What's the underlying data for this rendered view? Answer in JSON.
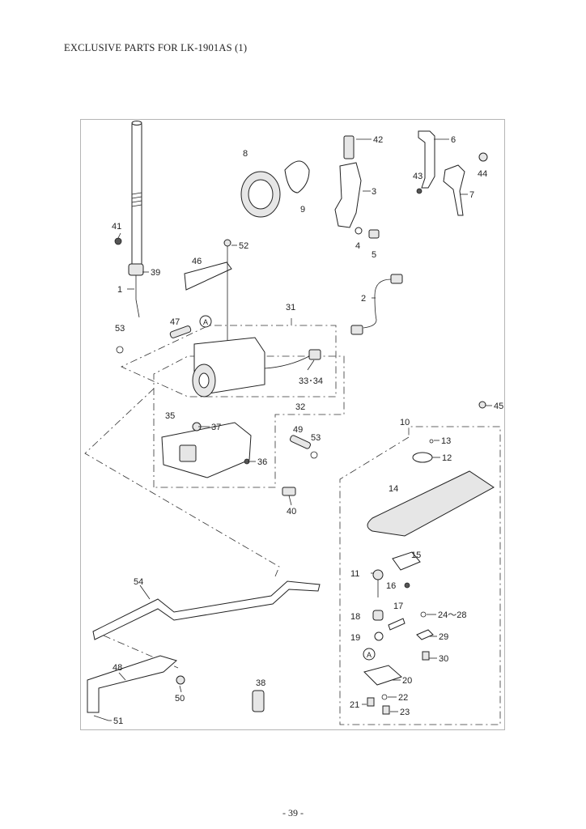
{
  "page": {
    "title": "EXCLUSIVE PARTS FOR LK-1901AS (1)",
    "page_number": "- 39 -"
  },
  "callouts": {
    "c1": "1",
    "c2": "2",
    "c3": "3",
    "c4": "4",
    "c5": "5",
    "c6": "6",
    "c7": "7",
    "c8": "8",
    "c9": "9",
    "c10": "10",
    "c11": "11",
    "c12": "12",
    "c13": "13",
    "c14": "14",
    "c15": "15",
    "c16": "16",
    "c17": "17",
    "c18": "18",
    "c19": "19",
    "c20": "20",
    "c21": "21",
    "c22": "22",
    "c23": "23",
    "c24_28": "24～28",
    "c29": "29",
    "c30": "30",
    "c31": "31",
    "c32": "32",
    "c33_34": "33･34",
    "c35": "35",
    "c36": "36",
    "c37": "37",
    "c38": "38",
    "c40": "40",
    "c41": "41",
    "c42": "42",
    "c43": "43",
    "c44": "44",
    "c45": "45",
    "c46": "46",
    "c47": "47",
    "c48": "48",
    "c49": "49",
    "c50": "50",
    "c51": "51",
    "c52": "52",
    "c53a": "53",
    "c53b": "53",
    "c54": "54",
    "c39": "39"
  },
  "reference_marks": {
    "ref_a1": "A",
    "ref_a2": "A"
  }
}
